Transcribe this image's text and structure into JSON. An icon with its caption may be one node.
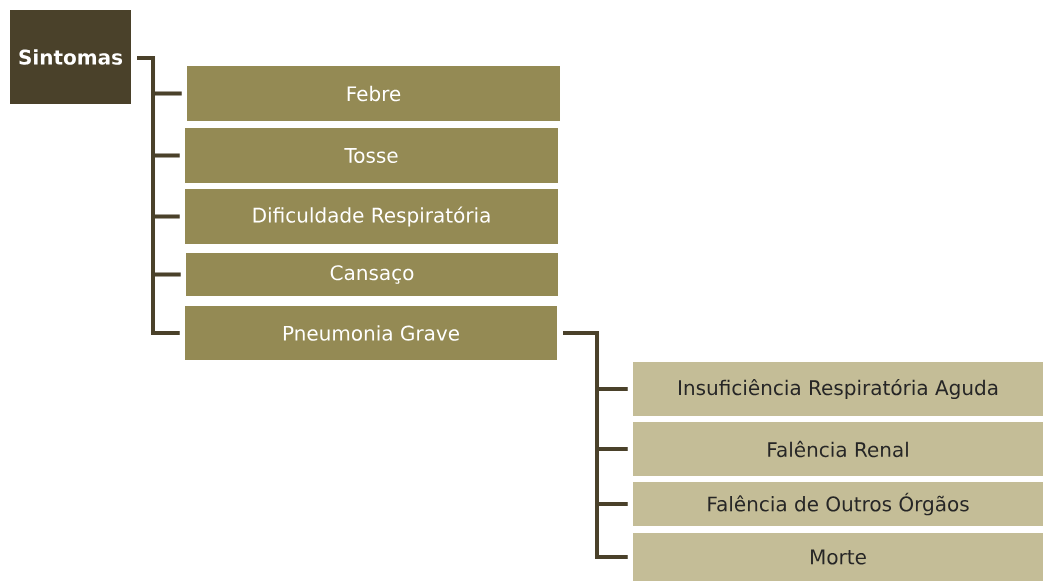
{
  "diagram": {
    "nodes": [
      {
        "text": [
          "Sintomas"
        ]
      },
      {
        "text": [
          "Febre"
        ]
      },
      {
        "text": [
          "Tosse"
        ]
      },
      {
        "text": [
          "Dificuldade Respiratória"
        ]
      },
      {
        "text": [
          "Cansaço"
        ]
      },
      {
        "text": [
          "Pneumonia Grave"
        ]
      },
      {
        "text": [
          "Insuficiência Respiratória Aguda"
        ]
      },
      {
        "text": [
          "Falência Renal"
        ]
      },
      {
        "text": [
          "Falência de Outros Órgãos"
        ]
      },
      {
        "text": [
          "Morte"
        ]
      }
    ],
    "edges": [
      {
        "from": 0,
        "to": 1,
        "arrow": "none"
      },
      {
        "from": 0,
        "to": 2,
        "arrow": "none"
      },
      {
        "from": 0,
        "to": 3,
        "arrow": "none"
      },
      {
        "from": 0,
        "to": 4,
        "arrow": "none"
      },
      {
        "from": 0,
        "to": 5,
        "arrow": "none"
      },
      {
        "from": 5,
        "to": 6,
        "arrow": "none"
      },
      {
        "from": 5,
        "to": 7,
        "arrow": "none"
      },
      {
        "from": 5,
        "to": 8,
        "arrow": "none"
      },
      {
        "from": 5,
        "to": 9,
        "arrow": "none"
      }
    ]
  }
}
